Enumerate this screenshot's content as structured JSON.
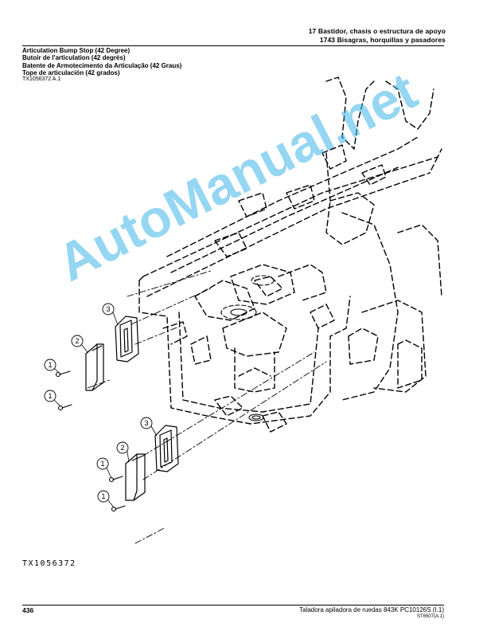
{
  "header": {
    "line1": "17 Bastidor, chasis o estructura de apoyo",
    "line2": "1743 Bisagras, horquillas y pasadores"
  },
  "titles": [
    "Articulation Bump Stop (42 Degree)",
    "Butoir de l'articulation (42 degrés)",
    "Batente de Armotecimento da Articulação (42 Graus)",
    "Tope de articulación (42 grados)"
  ],
  "reference": "TX1056372 A.1",
  "callouts": {
    "c1a": "1",
    "c1b": "1",
    "c1c": "1",
    "c1d": "1",
    "c2a": "2",
    "c2b": "2",
    "c3a": "3",
    "c3b": "3"
  },
  "drawing_label": "TX1056372",
  "watermark": "AutoManual.net",
  "footer": {
    "page": "436",
    "doc": "Taladora apiladora de ruedas 843K    PC10126S    (I.1)",
    "code": "ST6507(A.1)"
  },
  "colors": {
    "watermark": "#3fb6e8"
  }
}
